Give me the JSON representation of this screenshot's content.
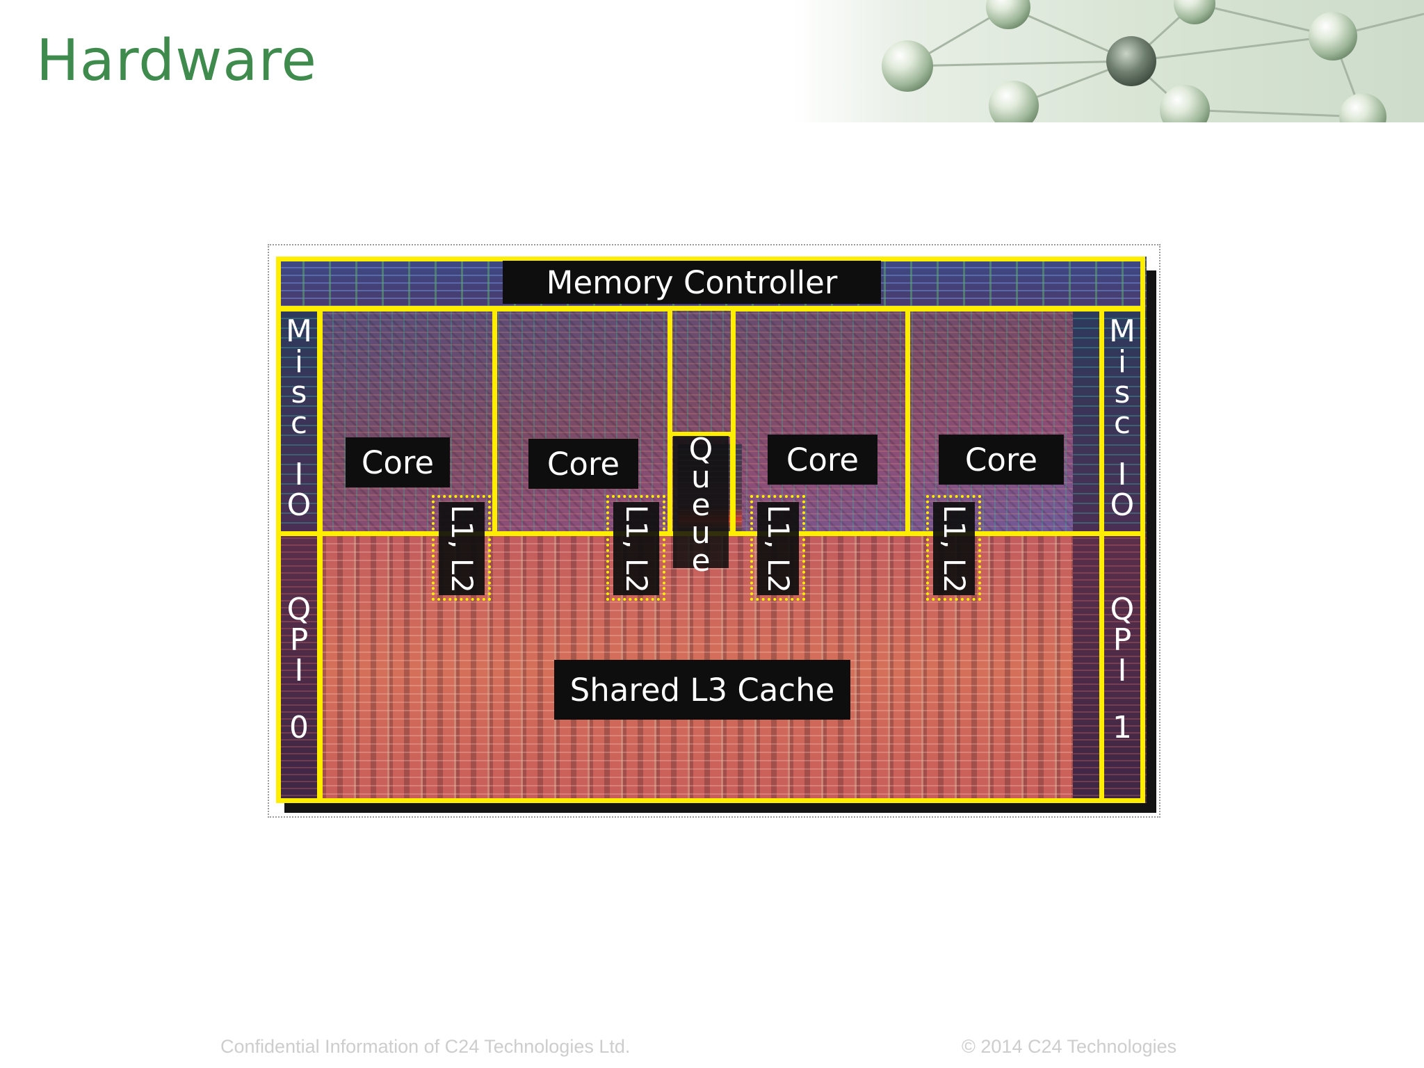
{
  "slide": {
    "title": "Hardware"
  },
  "diagram": {
    "memory_controller": "Memory Controller",
    "cores": [
      {
        "label": "Core",
        "cache": "L1, L2"
      },
      {
        "label": "Core",
        "cache": "L1, L2"
      },
      {
        "label": "Core",
        "cache": "L1, L2"
      },
      {
        "label": "Core",
        "cache": "L1, L2"
      }
    ],
    "queue": [
      "Q",
      "u",
      "e",
      "u",
      "e"
    ],
    "misc_io_left": [
      "M",
      "i",
      "s",
      "c",
      "I",
      "O"
    ],
    "misc_io_right": [
      "M",
      "i",
      "s",
      "c",
      "I",
      "O"
    ],
    "qpi_left": [
      "Q",
      "P",
      "I",
      "0"
    ],
    "qpi_right": [
      "Q",
      "P",
      "I",
      "1"
    ],
    "shared_cache": "Shared L3 Cache",
    "colors": {
      "outline": "#ffee00",
      "label_background": "#0e0e0e",
      "label_text": "#ffffff"
    }
  },
  "footer": {
    "left": "Confidential Information of C24 Technologies Ltd.",
    "right": "© 2014 C24 Technologies"
  },
  "icons": {
    "header_art": "network-of-globes-icon"
  },
  "theme": {
    "title_color": "#3f8a4d",
    "footer_color": "#cdcdcd"
  }
}
